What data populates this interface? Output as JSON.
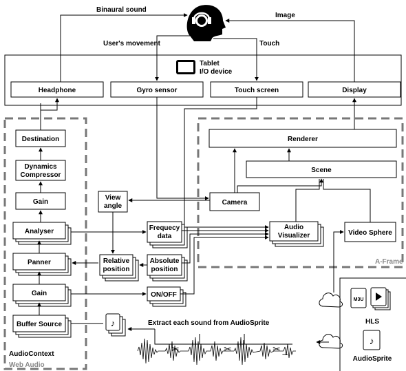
{
  "top": {
    "binaural": "Binaural sound",
    "image": "Image",
    "users_movement": "User's movement",
    "touch": "Touch",
    "tablet_line1": "Tablet",
    "tablet_line2": "I/O device"
  },
  "devices": {
    "headphone": "Headphone",
    "gyro": "Gyro sensor",
    "touchscreen": "Touch screen",
    "display": "Display"
  },
  "webaudio": {
    "destination": "Destination",
    "dynamics_line1": "Dynamics",
    "dynamics_line2": "Compressor",
    "gain_top": "Gain",
    "analyser": "Analyser",
    "panner": "Panner",
    "gain_bottom": "Gain",
    "buffer_source": "Buffer Source",
    "audio_context": "AudioContext",
    "web_audio": "Web Audio"
  },
  "middle": {
    "view_line1": "View",
    "view_line2": "angle",
    "freq_line1": "Frequecy",
    "freq_line2": "data",
    "rel_line1": "Relative",
    "rel_line2": "position",
    "abs_line1": "Absolute",
    "abs_line2": "position",
    "onoff": "ON/OFF"
  },
  "aframe": {
    "renderer": "Renderer",
    "scene": "Scene",
    "camera": "Camera",
    "audio_line1": "Audio",
    "audio_line2": "Visualizer",
    "video_sphere": "Video Sphere",
    "label": "A-Frame"
  },
  "bottom": {
    "extract": "Extract each sound from AudioSprite",
    "ellipsis": "...",
    "hls": "HLS",
    "audiosprite": "AudioSprite",
    "m3u": "M3U"
  },
  "icons": [
    "headset-user-icon",
    "tablet-icon",
    "music-file-icon",
    "scissors-icon",
    "cloud-icon",
    "m3u-file-icon",
    "video-file-icon"
  ]
}
